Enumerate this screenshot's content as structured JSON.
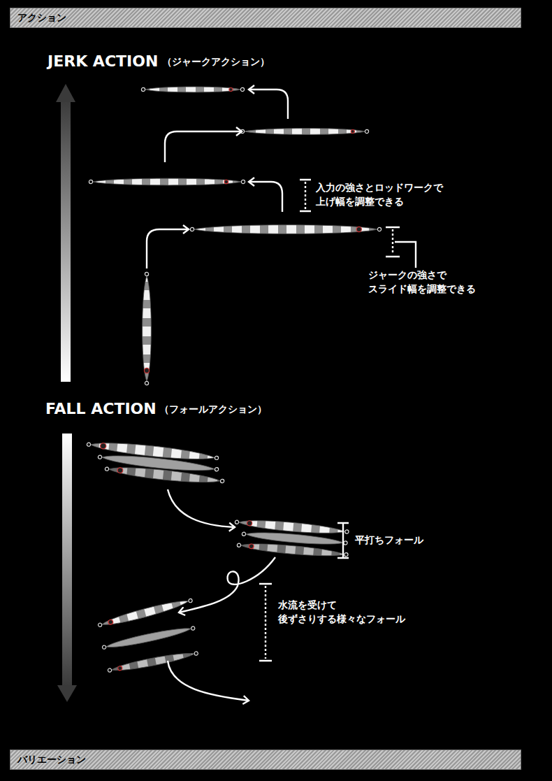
{
  "diagram": {
    "nodes": [
      {
        "text": [
          "アクション"
        ]
      },
      {
        "text": [
          "バリエーション"
        ]
      }
    ],
    "labels": [
      "JERK ACTION",
      "（ジャークアクション）",
      "入力の強さとロッドワークで 上げ幅を調整できる",
      "ジャークの強さで スライド幅を調整できる",
      "FALL ACTION",
      "（フォールアクション）",
      "平打ちフォール",
      "水流を受けて 後ずさりする様々なフォール"
    ]
  }
}
